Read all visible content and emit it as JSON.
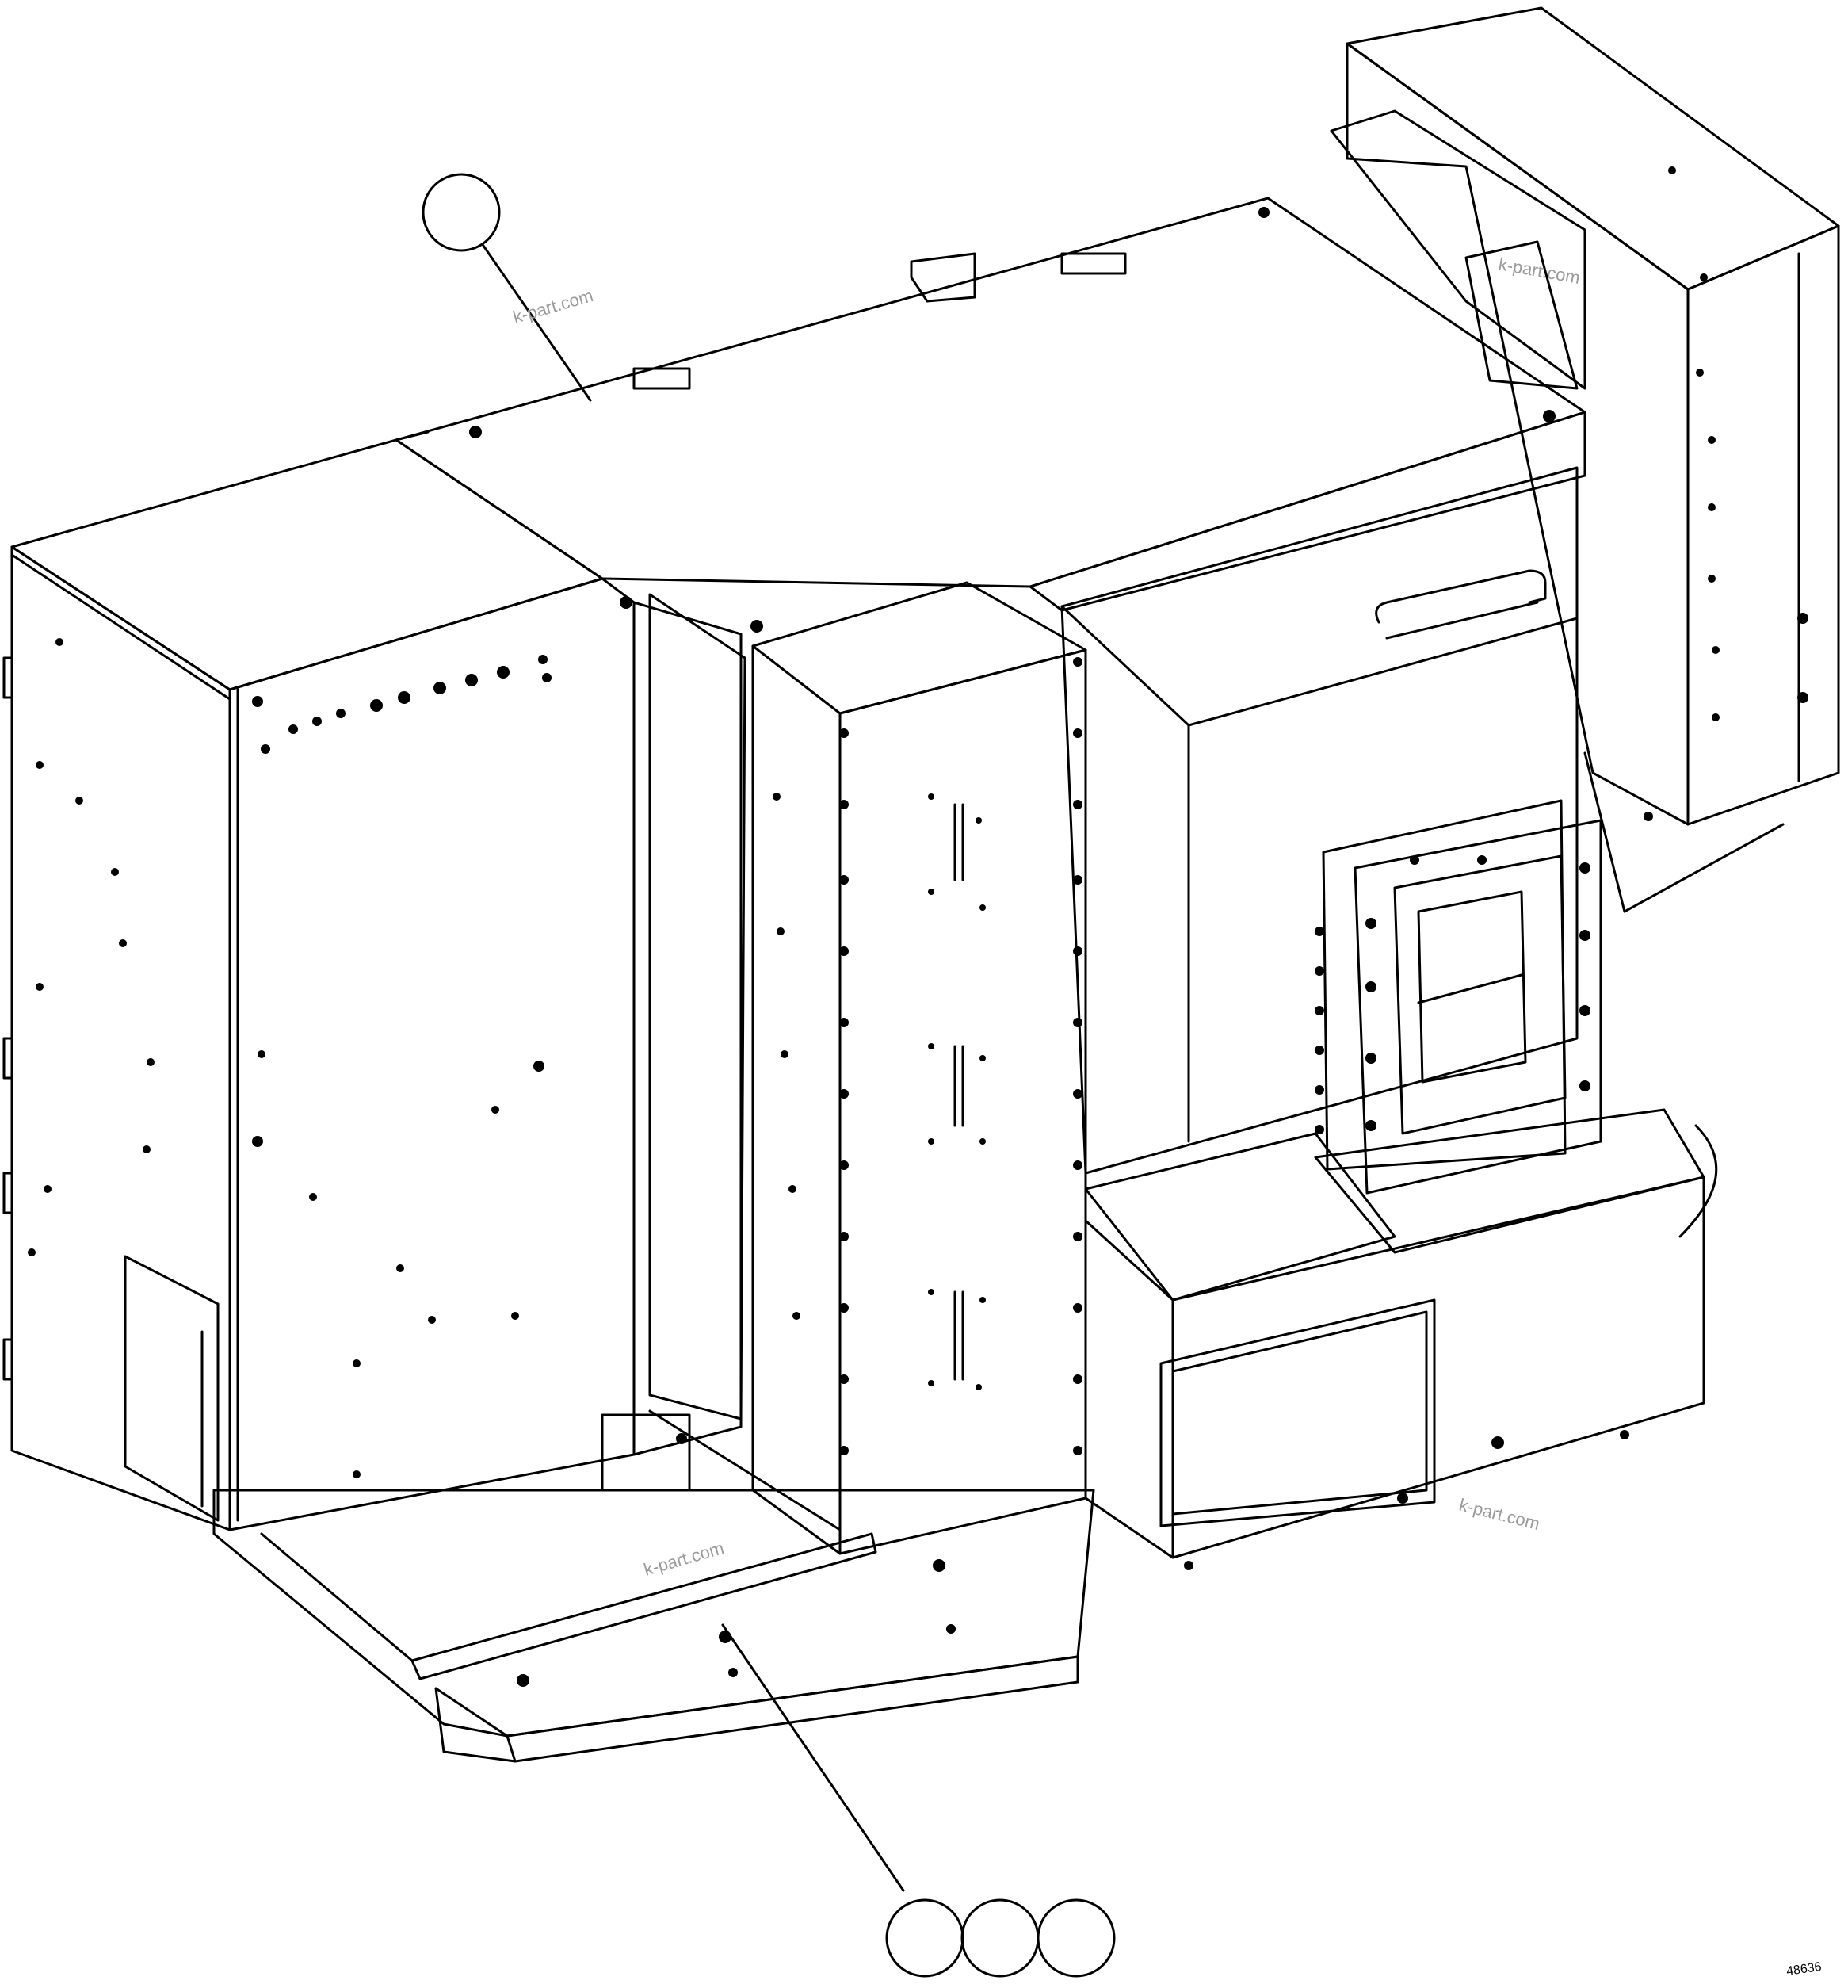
{
  "watermarks": [
    "k-part.com",
    "k-part.com",
    "k-part.com",
    "k-part.com"
  ],
  "figure_number": "48636",
  "callouts": [
    {
      "id": "callout-top",
      "label": ""
    },
    {
      "id": "callout-bottom-1",
      "label": ""
    },
    {
      "id": "callout-bottom-2",
      "label": ""
    },
    {
      "id": "callout-bottom-3",
      "label": ""
    }
  ],
  "colors": {
    "line": "#000000",
    "background": "#ffffff",
    "watermark": "#9a9a9a"
  }
}
